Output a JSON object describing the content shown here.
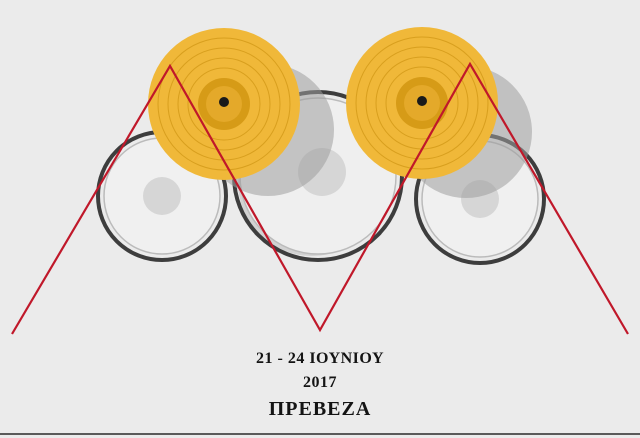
{
  "event": {
    "dates": "21 - 24 ΙΟΥΝΙΟΥ",
    "year": "2017",
    "city": "ΠΡΕΒΕΖΑ"
  },
  "colors": {
    "background": "#ebebeb",
    "cymbal": "#f0b839",
    "cymbal_dark": "#d69b17",
    "cymbal_center": "#1a1a1a",
    "drum_rim": "#3d3d3d",
    "drum_shadow": "#b4b4b4",
    "drum_center": "#d6d6d6",
    "line": "#c0182a",
    "text": "#141414"
  },
  "illustration": {
    "drums": [
      "left-tom",
      "center-drum",
      "right-tom"
    ],
    "cymbals": [
      "left-cymbal",
      "right-cymbal"
    ],
    "line_style": "zigzag"
  }
}
